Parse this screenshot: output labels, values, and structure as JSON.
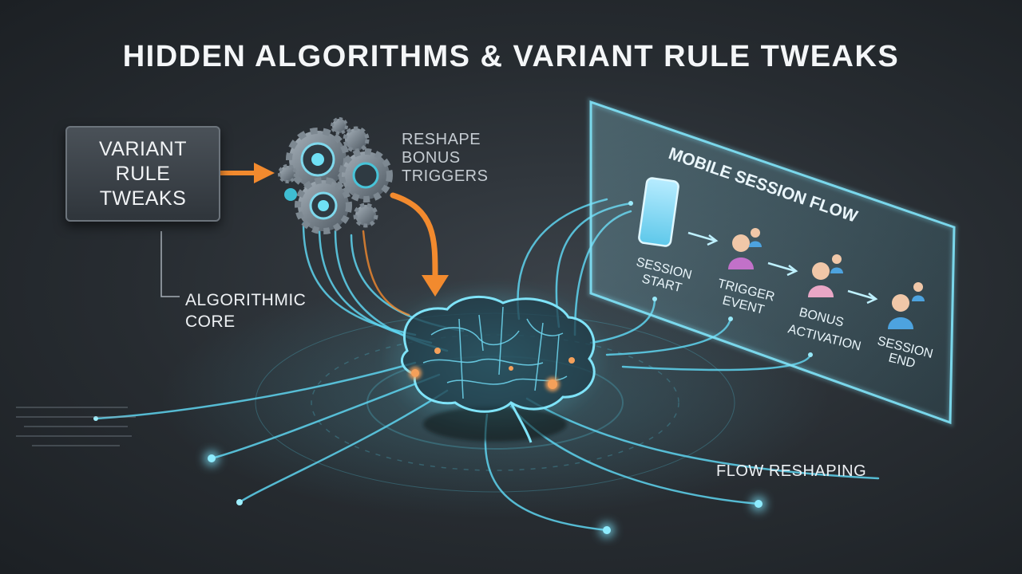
{
  "title": "HIDDEN ALGORITHMS & VARIANT RULE TWEAKS",
  "rule_box": {
    "lines": [
      "VARIANT",
      "RULE",
      "TWEAKS"
    ]
  },
  "core_label": {
    "lines": [
      "ALGORITHMIC",
      "CORE"
    ]
  },
  "reshape_label": {
    "lines": [
      "RESHAPE",
      "BONUS",
      "TRIGGERS"
    ]
  },
  "flow_reshaping_label": "FLOW RESHAPING",
  "panel": {
    "title": "MOBILE SESSION FLOW",
    "steps": [
      {
        "lines": [
          "SESSION",
          "START"
        ],
        "icon": "smartphone-icon"
      },
      {
        "lines": [
          "TRIGGER",
          "EVENT"
        ],
        "icon": "person-trigger-icon"
      },
      {
        "lines": [
          "BONUS",
          "ACTIVATION"
        ],
        "icon": "person-bonus-icon"
      },
      {
        "lines": [
          "SESSION",
          "END"
        ],
        "icon": "person-end-icon"
      }
    ]
  },
  "colors": {
    "accent_cyan": "#52d8f5",
    "accent_orange": "#f28a2e",
    "background": "#272c31"
  }
}
